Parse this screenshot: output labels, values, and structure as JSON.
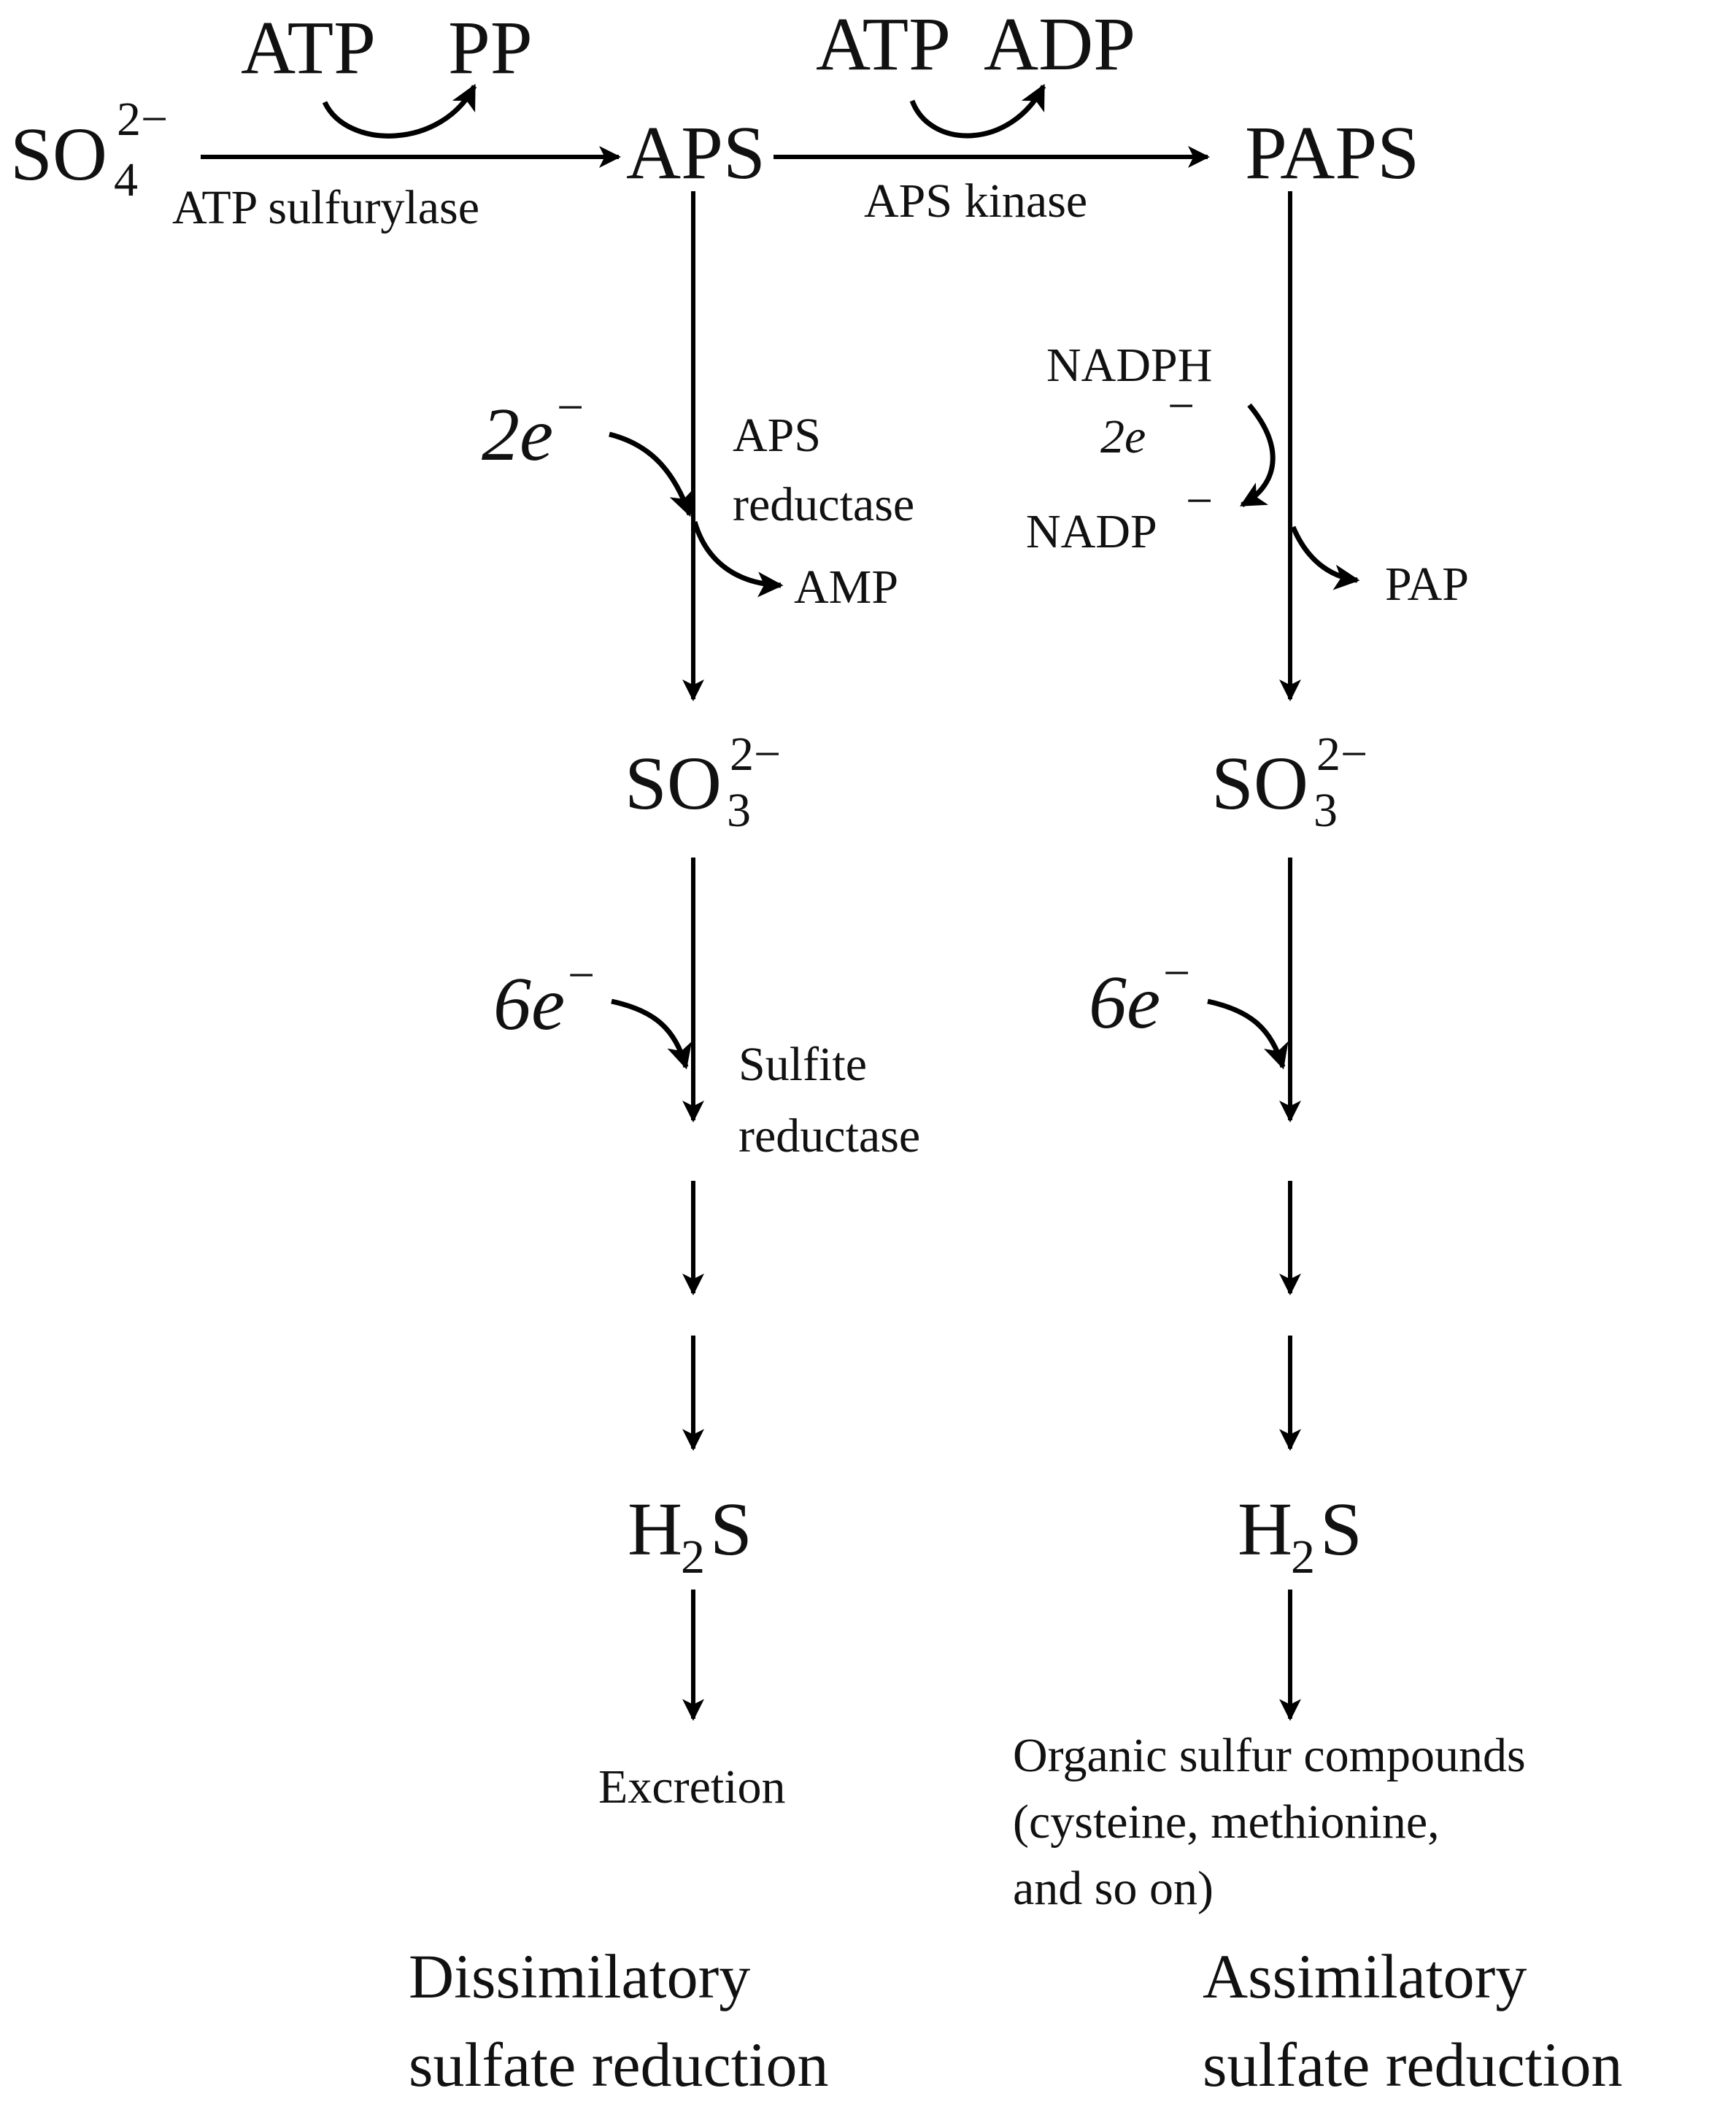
{
  "pathway": {
    "sulfate": {
      "base": "SO",
      "sub": "4",
      "sup": "2−"
    },
    "atp1": "ATP",
    "pp": "PP",
    "atp2": "ATP",
    "adp": "ADP",
    "aps": "APS",
    "paps": "PAPS",
    "atp_sulfurylase": "ATP sulfurylase",
    "aps_kinase": "APS kinase"
  },
  "dissimilatory": {
    "e2": {
      "num": "2",
      "e": "e",
      "sup": "−"
    },
    "aps_reductase_1": "APS",
    "aps_reductase_2": "reductase",
    "amp": "AMP",
    "sulfite": {
      "base": "SO",
      "sub": "3",
      "sup": "2−"
    },
    "e6": {
      "num": "6",
      "e": "e",
      "sup": "−"
    },
    "sulfite_reductase_1": "Sulfite",
    "sulfite_reductase_2": "reductase",
    "h2s": {
      "h": "H",
      "sub": "2",
      "s": "S"
    },
    "excretion": "Excretion",
    "title_1": "Dissimilatory",
    "title_2": "sulfate reduction"
  },
  "assimilatory": {
    "nadph": "NADPH",
    "e2": {
      "num": "2",
      "e": "e",
      "sup": "−"
    },
    "nadp": {
      "base": "NADP",
      "sup": "−"
    },
    "pap": "PAP",
    "sulfite": {
      "base": "SO",
      "sub": "3",
      "sup": "2−"
    },
    "e6": {
      "num": "6",
      "e": "e",
      "sup": "−"
    },
    "h2s": {
      "h": "H",
      "sub": "2",
      "s": "S"
    },
    "organic_1": "Organic sulfur compounds",
    "organic_2": "(cysteine, methionine,",
    "organic_3": "and so on)",
    "title_1": "Assimilatory",
    "title_2": "sulfate reduction"
  }
}
